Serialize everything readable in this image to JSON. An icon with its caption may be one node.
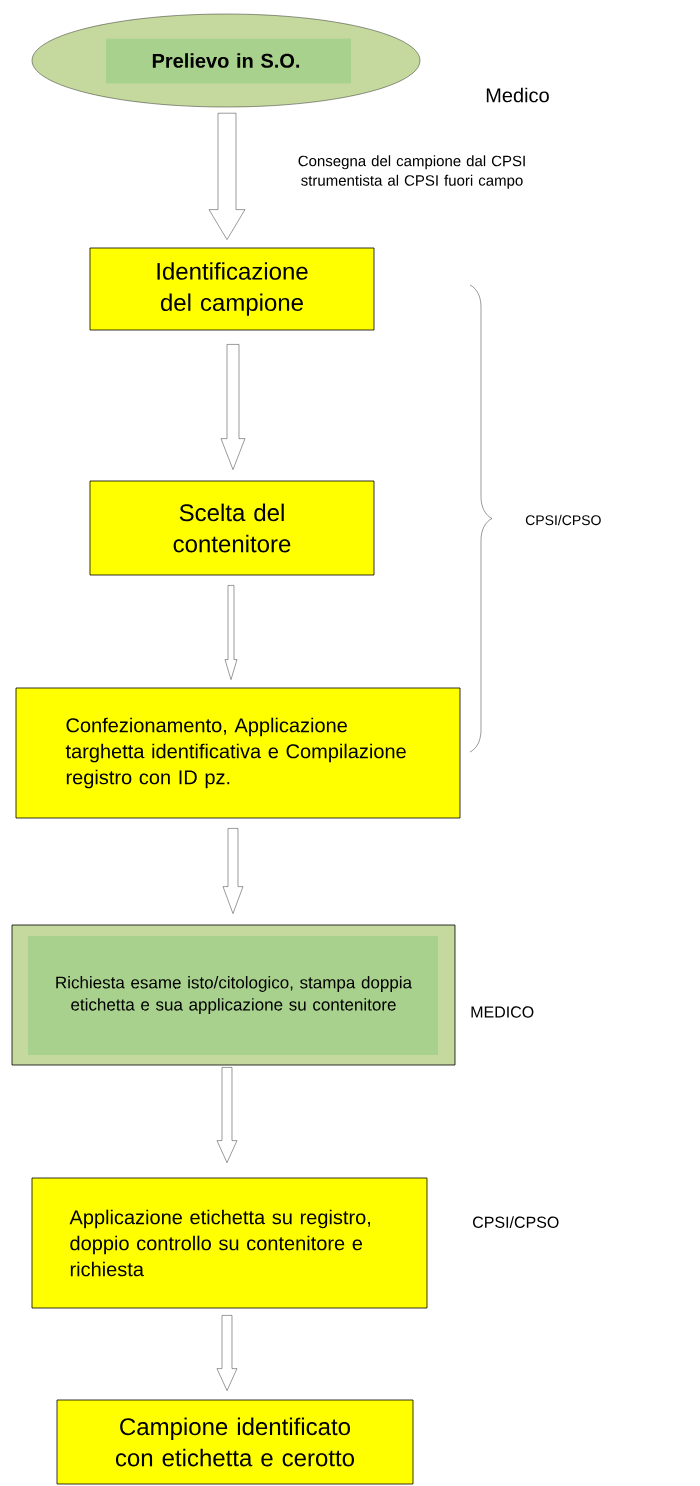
{
  "diagram": {
    "nodes": [
      {
        "text": [
          "Prelievo in S.O."
        ]
      },
      {
        "text": [
          "Identificazione del campione"
        ]
      },
      {
        "text": [
          "Scelta del contenitore"
        ]
      },
      {
        "text": [
          "Confezionamento, Applicazione targhetta identificativa e Compilazione registro con ID pz."
        ]
      },
      {
        "text": [
          "Richiesta esame isto/citologico, stampa doppia etichetta e sua applicazione su contenitore"
        ]
      },
      {
        "text": [
          "Applicazione etichetta su registro, doppio controllo su contenitore e richiesta"
        ]
      },
      {
        "text": [
          "Campione identificato con etichetta e cerotto"
        ]
      }
    ],
    "edges": [
      {
        "from": 0,
        "to": 1,
        "arrow": "to",
        "label": "Consegna del campione dal CPSI strumentista al CPSI fuori campo"
      },
      {
        "from": 1,
        "to": 2,
        "arrow": "to"
      },
      {
        "from": 2,
        "to": 3,
        "arrow": "to"
      },
      {
        "from": 3,
        "to": 4,
        "arrow": "to"
      },
      {
        "from": 4,
        "to": 5,
        "arrow": "to"
      },
      {
        "from": 5,
        "to": 6,
        "arrow": "to"
      }
    ],
    "labels": [
      "Medico",
      "CPSI/CPSO",
      "MEDICO",
      "CPSI/CPSO"
    ]
  }
}
